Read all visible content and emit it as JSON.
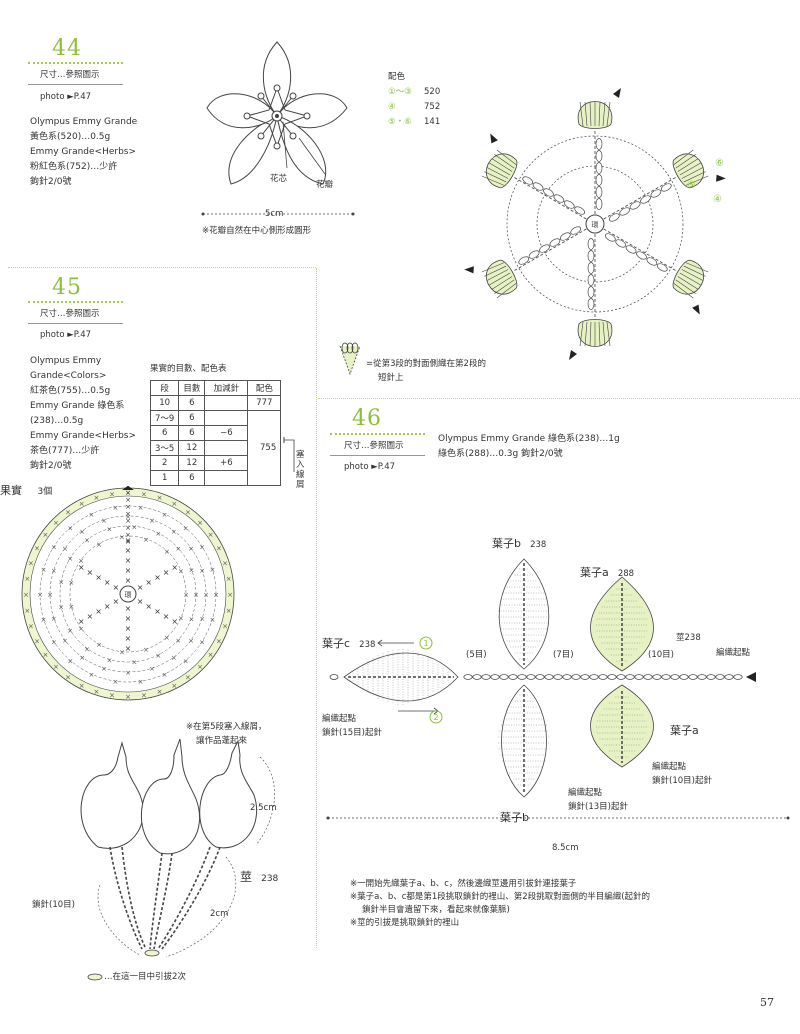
{
  "p44": {
    "number": "44",
    "size_ref": "尺寸…參照圖示",
    "photo": "photo ►P.47",
    "materials": [
      "Olympus Emmy Grande",
      "黃色系(520)…0.5g",
      "Emmy Grande<Herbs>",
      "粉紅色系(752)…少許",
      "鉤針2/0號"
    ],
    "label_center": "花芯",
    "label_petal": "花瓣",
    "dimension": "5cm",
    "note": "※花瓣自然在中心側形成圓形",
    "color_title": "配色",
    "colors": [
      {
        "rounds": "①～③",
        "code": "520"
      },
      {
        "rounds": "④",
        "code": "752"
      },
      {
        "rounds": "⑤・⑥",
        "code": "141"
      }
    ],
    "legend_note_1": "=從第3段的對面側織在第2段的",
    "legend_note_2": "短針上"
  },
  "p45": {
    "number": "45",
    "size_ref": "尺寸…參照圖示",
    "photo": "photo ►P.47",
    "materials": [
      "Olympus Emmy",
      "Grande<Colors>",
      "紅茶色(755)…0.5g",
      "Emmy Grande 綠色系",
      "(238)…0.5g",
      "Emmy Grande<Herbs>",
      "茶色(777)…少許",
      "鉤針2/0號"
    ],
    "table_title": "果實的目數、配色表",
    "table_header": [
      "段",
      "目數",
      "加減針",
      "配色"
    ],
    "table_rows": [
      {
        "round": "10",
        "count": "6",
        "inc": "",
        "color": "777"
      },
      {
        "round": "7～9",
        "count": "6",
        "inc": "",
        "color": ""
      },
      {
        "round": "6",
        "count": "6",
        "inc": "−6",
        "color": ""
      },
      {
        "round": "3～5",
        "count": "12",
        "inc": "",
        "color": "755"
      },
      {
        "round": "2",
        "count": "12",
        "inc": "+6",
        "color": ""
      },
      {
        "round": "1",
        "count": "6",
        "inc": "",
        "color": ""
      }
    ],
    "stuffing_label": "塞入線屑",
    "fruit_label": "果實",
    "fruit_count": "3個",
    "ring_label": "環",
    "stuff_note_1": "※在第5段塞入線屑，",
    "stuff_note_2": "讓作品蓬起來",
    "dim_1": "2.5cm",
    "dim_2": "2cm",
    "stem_label": "莖",
    "stem_code": "238",
    "chain_label": "鎖針(10目)",
    "footnote": "…在這一目中引拔2次"
  },
  "p46": {
    "number": "46",
    "size_ref": "尺寸…參照圖示",
    "photo": "photo ►P.47",
    "material_1": "Olympus Emmy Grande 綠色系(238)…1g",
    "material_2": "綠色系(288)…0.3g 鉤針2/0號",
    "leaf_b_top": "葉子b",
    "leaf_b_top_code": "238",
    "leaf_a_top": "葉子a",
    "leaf_a_top_code": "288",
    "leaf_c": "葉子c",
    "leaf_c_code": "238",
    "stem_label": "莖238",
    "start_right": "編織起點",
    "start_left_1": "編織起點",
    "start_left_2": "鎖針(15目)起針",
    "count_5": "(5目)",
    "count_7": "(7目)",
    "count_10": "(10目)",
    "leaf_a_right": "葉子a",
    "start_a_1": "編織起點",
    "start_a_2": "鎖針(10目)起針",
    "start_b_1": "編織起點",
    "start_b_2": "鎖針(13目)起針",
    "leaf_b_bottom": "葉子b",
    "dimension": "8.5cm",
    "notes": [
      "※一開始先織葉子a、b、c，然後邊織莖邊用引拔針連接葉子",
      "※葉子a、b、c都是第1段挑取鎖針的裡山、第2段挑取對面側的半目編織(起針的",
      "鎖針半目會遺留下來，看起來就像葉脈)",
      "※莖的引拔是挑取鎖針的裡山"
    ]
  },
  "page_number": "57",
  "colors": {
    "accent": "#8cbf3a",
    "leaf_fill": "#e6f2c4",
    "ring_fill": "#eef6cf",
    "line": "#444444"
  }
}
